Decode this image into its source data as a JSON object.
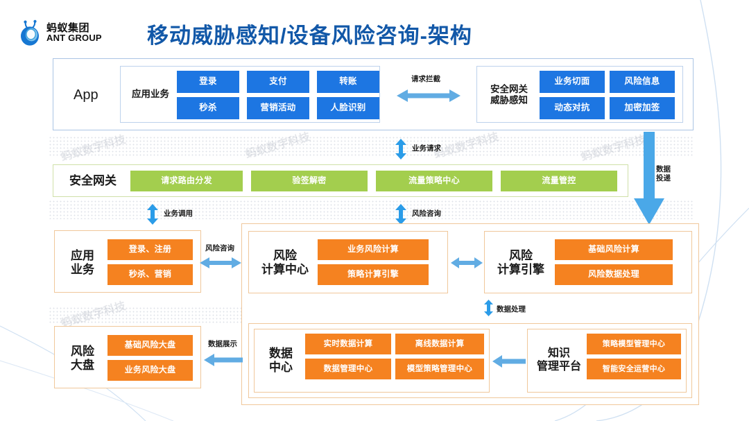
{
  "brand": {
    "name_cn": "蚂蚁集团",
    "name_en": "ANT GROUP",
    "logo_icon": "ant-logo-icon",
    "color": "#1677d2"
  },
  "header": {
    "title": "移动威胁感知/设备风险咨询-架构",
    "title_color": "#1258a8"
  },
  "colors": {
    "blue_chip": "#1d76e2",
    "green_chip": "#a3ce4e",
    "orange_chip": "#f58220",
    "blue_border": "#aac4e4",
    "green_border": "#cfe0a8",
    "orange_border": "#f0c79a",
    "arrow_blue": "#4a9ee8"
  },
  "watermark": "蚂蚁数字科技",
  "layers": {
    "app_layer": {
      "outer_label": "App",
      "app_business": {
        "label": "应用业务",
        "chips": [
          "登录",
          "支付",
          "转账",
          "秒杀",
          "营销活动",
          "人脸识别"
        ]
      },
      "security_gateway": {
        "label": "安全网关\n威胁感知",
        "label_line1": "安全网关",
        "label_line2": "威胁感知",
        "chips": [
          "业务切面",
          "风险信息",
          "动态对抗",
          "加密加签"
        ]
      }
    },
    "gateway_layer": {
      "label": "安全网关",
      "chips": [
        "请求路由分发",
        "验签解密",
        "流量策略中心",
        "流量管控"
      ]
    },
    "app_business_left": {
      "label_line1": "应用",
      "label_line2": "业务",
      "chips": [
        "登录、注册",
        "秒杀、营销"
      ]
    },
    "risk_compute_center": {
      "label_line1": "风险",
      "label_line2": "计算中心",
      "chips": [
        "业务风险计算",
        "策略计算引擎"
      ]
    },
    "risk_compute_engine": {
      "label_line1": "风险",
      "label_line2": "计算引擎",
      "chips": [
        "基础风险计算",
        "风险数据处理"
      ]
    },
    "risk_dashboard": {
      "label_line1": "风险",
      "label_line2": "大盘",
      "chips": [
        "基础风险大盘",
        "业务风险大盘"
      ]
    },
    "data_center": {
      "label_line1": "数据",
      "label_line2": "中心",
      "chips": [
        "实时数据计算",
        "离线数据计算",
        "数据管理中心",
        "模型策略管理中心"
      ]
    },
    "knowledge_platform": {
      "label_line1": "知识",
      "label_line2": "管理平台",
      "chips": [
        "策略模型管理中心",
        "智能安全运营中心"
      ]
    }
  },
  "arrows": {
    "request_intercept": "请求拦截",
    "business_request": "业务请求",
    "data_delivery_line1": "数据",
    "data_delivery_line2": "投递",
    "business_call": "业务调用",
    "risk_consult_left": "风险咨询",
    "risk_consult_mid": "风险咨询",
    "data_process": "数据处理",
    "data_display": "数据展示"
  }
}
